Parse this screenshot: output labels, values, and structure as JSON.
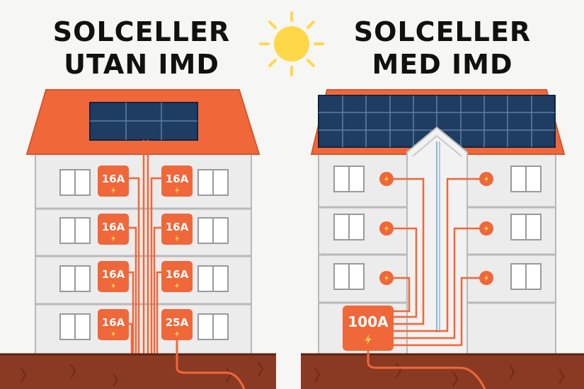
{
  "left": {
    "title_line1": "SOLCELLER",
    "title_line2": "UTAN IMD",
    "meters_left": [
      "16A",
      "16A",
      "16A",
      "16A"
    ],
    "meters_right": [
      "16A",
      "16A",
      "16A",
      "25A"
    ]
  },
  "right": {
    "title_line1": "SOLCELLER",
    "title_line2": "MED IMD",
    "main_meter": "100A"
  },
  "icons": [
    "sun-icon",
    "lightning-icon",
    "solar-panel-icon",
    "window-icon"
  ],
  "colors": {
    "roof": "#f0673a",
    "roof_dark": "#d9552b",
    "panel": "#1f3d63",
    "wall": "#ececec",
    "wall_line": "#b9b9b9",
    "meter": "#f0673a",
    "wire": "#f0673a",
    "wire_blue": "#8fb7de",
    "sun": "#ffd84a",
    "ground": "#8a3a22",
    "ground_dark": "#6d2c18",
    "bolt": "#ffd84a"
  }
}
